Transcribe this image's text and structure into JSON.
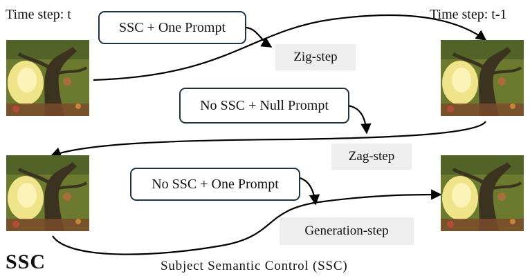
{
  "time_labels": {
    "left": "Time step: t",
    "right": "Time step: t-1"
  },
  "prompts": {
    "zig": "SSC + One Prompt",
    "zag": "No SSC + Null Prompt",
    "generation": "No SSC + One Prompt"
  },
  "steps": {
    "zig": "Zig-step",
    "zag": "Zag-step",
    "generation": "Generation-step"
  },
  "footer": {
    "abbreviation": "SSC",
    "caption": "Subject Semantic Control (SSC)"
  },
  "colors": {
    "box_border": "#1f3340",
    "arrow": "#000000",
    "step_bg": "#eeeeee"
  }
}
